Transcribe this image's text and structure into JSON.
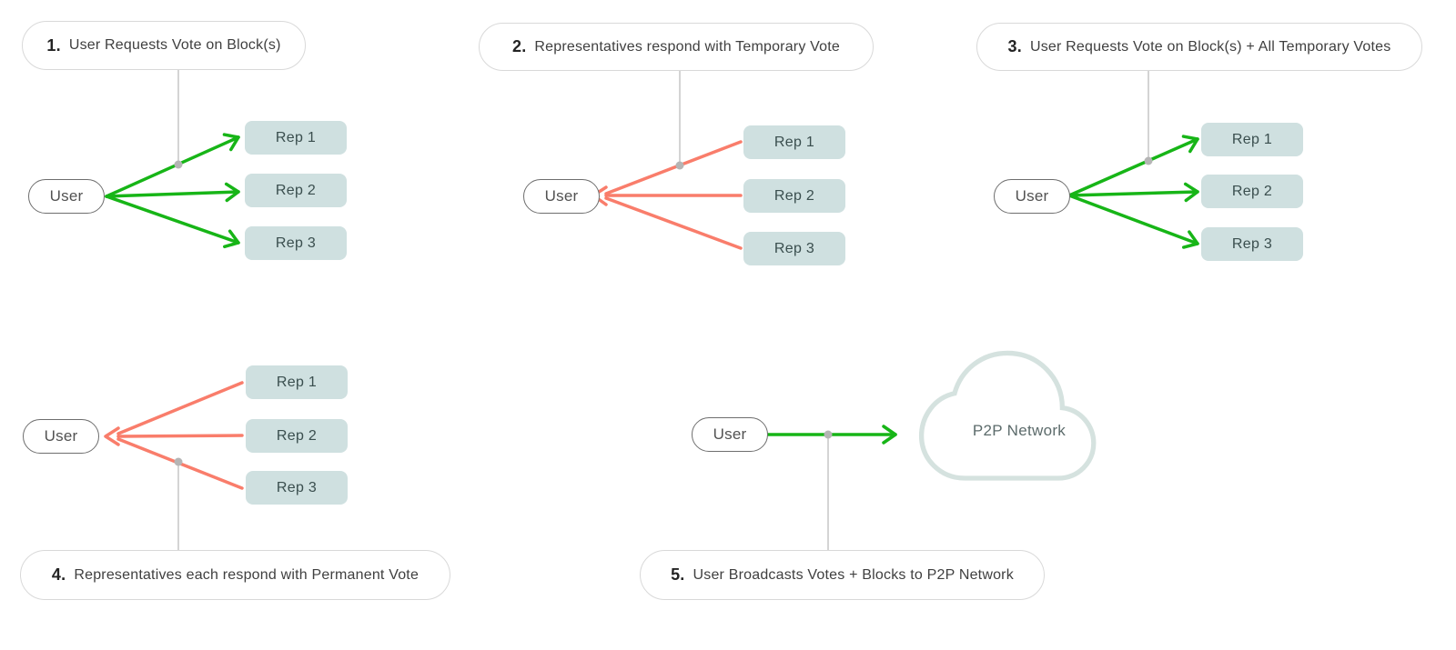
{
  "colors": {
    "green": "#17B517",
    "salmon": "#F97D6B",
    "rep_fill": "#CFE0E0",
    "rep_text": "#3A4E4E",
    "label_text": "#3F3F3F",
    "number_text": "#232323",
    "pill_border": "#D9D9D9",
    "user_border": "#6E6E6E",
    "user_text": "#525252",
    "connector": "#C6C6C6",
    "dot": "#B5B5B5",
    "cloud_stroke": "#D5E2DF",
    "cloud_text": "#5C6B6B",
    "background": "#FFFFFF"
  },
  "diagram": {
    "user_label": "User",
    "rep_labels": [
      "Rep 1",
      "Rep 2",
      "Rep 3"
    ],
    "network_label": "P2P Network",
    "steps": [
      {
        "number": "1.",
        "label": "User Requests Vote on Block(s)",
        "from": "User",
        "to": [
          "Rep 1",
          "Rep 2",
          "Rep 3"
        ],
        "arrow_color": "green"
      },
      {
        "number": "2.",
        "label": "Representatives respond with Temporary Vote",
        "from": [
          "Rep 1",
          "Rep 2",
          "Rep 3"
        ],
        "to": "User",
        "arrow_color": "salmon"
      },
      {
        "number": "3.",
        "label": "User Requests Vote on Block(s) + All Temporary Votes",
        "from": "User",
        "to": [
          "Rep 1",
          "Rep 2",
          "Rep 3"
        ],
        "arrow_color": "green"
      },
      {
        "number": "4.",
        "label": "Representatives each respond with Permanent Vote",
        "from": [
          "Rep 1",
          "Rep 2",
          "Rep 3"
        ],
        "to": "User",
        "arrow_color": "salmon"
      },
      {
        "number": "5.",
        "label": "User Broadcasts Votes + Blocks to P2P Network",
        "from": "User",
        "to": "P2P Network",
        "arrow_color": "green"
      }
    ]
  }
}
